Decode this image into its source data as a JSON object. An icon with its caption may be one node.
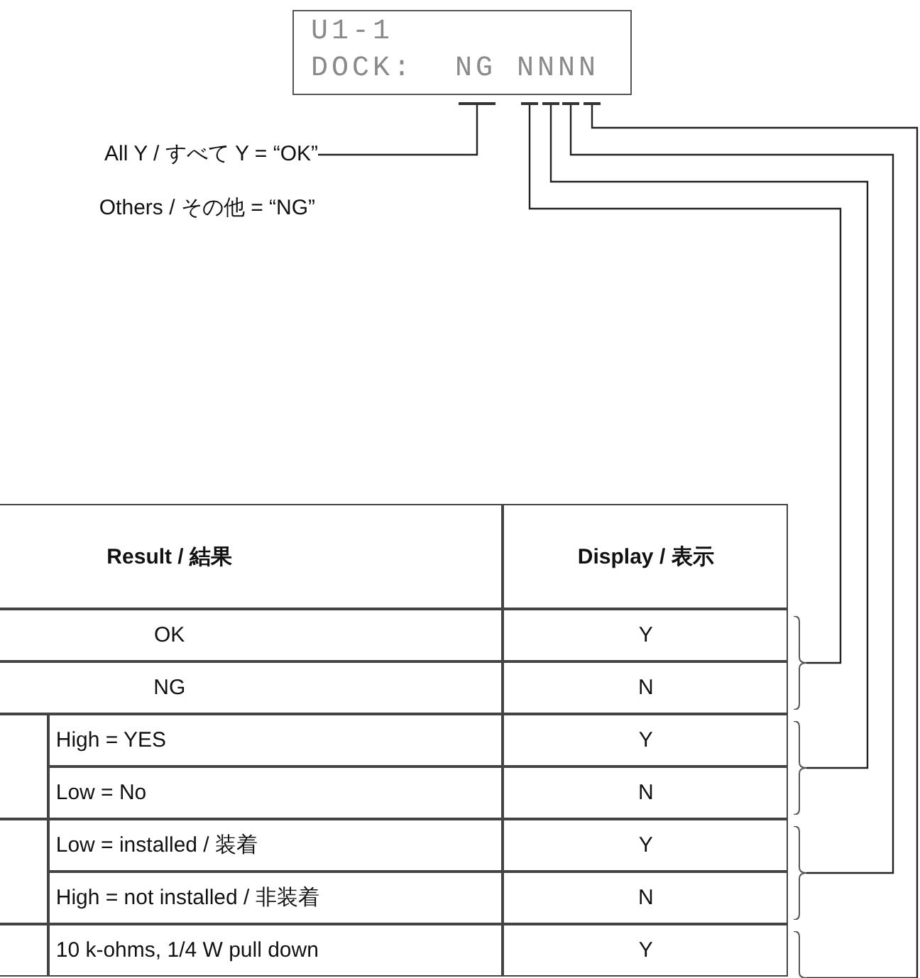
{
  "diagram": {
    "nodes": [
      {
        "text": [
          "U1-1",
          "DOCK:  NG NNNN"
        ]
      },
      {
        "text": [],
        "shape": "bar"
      },
      {
        "text": [],
        "shape": "bar"
      },
      {
        "text": [],
        "shape": "bar"
      },
      {
        "text": [],
        "shape": "bar"
      },
      {
        "text": [],
        "shape": "bar"
      },
      {
        "text": [
          "All Y / すべて Y = “OK”"
        ]
      },
      {
        "text": [],
        "shape": "brace"
      },
      {
        "text": [],
        "shape": "brace"
      },
      {
        "text": [],
        "shape": "brace"
      },
      {
        "text": [],
        "shape": "brace"
      }
    ],
    "edges": [
      {
        "from": 6,
        "to": 1,
        "arrow": "none"
      },
      {
        "from": 2,
        "to": 7,
        "arrow": "none"
      },
      {
        "from": 3,
        "to": 8,
        "arrow": "none"
      },
      {
        "from": 4,
        "to": 9,
        "arrow": "none"
      },
      {
        "from": 5,
        "to": 10,
        "arrow": "none"
      }
    ],
    "labels": [
      "Others / その他 = “NG”",
      "Result / 結果",
      "Display / 表示",
      "OK",
      "Y",
      "NG",
      "N",
      "High = YES",
      "Y",
      "Low = No",
      "N",
      "Low = installed / 装着",
      "Y",
      "High = not installed / 非装着",
      "N",
      "10 k-ohms, 1/4 W pull down",
      "Y"
    ]
  }
}
